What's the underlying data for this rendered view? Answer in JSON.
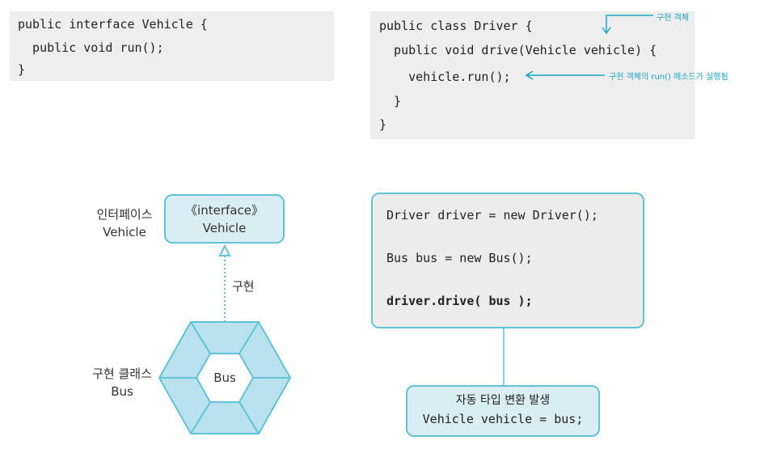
{
  "code_top_left": {
    "lines": [
      "public interface Vehicle {",
      "  public void run();",
      "}"
    ]
  },
  "code_top_right": {
    "lines": [
      "public class Driver {",
      "  public void drive(Vehicle vehicle) {",
      "    vehicle.run();",
      "  }",
      "}"
    ],
    "note_param": "구현 객체",
    "note_call": "구현 객체의 run() 메소드가 실행됨"
  },
  "diagram": {
    "interface_side_label_1": "인터페이스",
    "interface_side_label_2": "Vehicle",
    "interface_box_line_1": "《interface》",
    "interface_box_line_2": "Vehicle",
    "implements_label": "구현",
    "impl_class_label_1": "구현 클래스",
    "impl_class_label_2": "Bus",
    "hexagon_label": "Bus"
  },
  "main_code": {
    "line1": "Driver driver = new Driver();",
    "line2": "Bus bus = new Bus();",
    "line3_prefix": "driver.drive( ",
    "line3_arg": "bus",
    "line3_suffix": " );"
  },
  "conversion": {
    "title": "자동 타입 변환 발생",
    "code": "Vehicle vehicle = bus;"
  },
  "colors": {
    "accent": "#5fc3d9",
    "light_fill": "#d9eef4",
    "code_bg": "#eeeeee",
    "annotation": "#19a6c6"
  }
}
